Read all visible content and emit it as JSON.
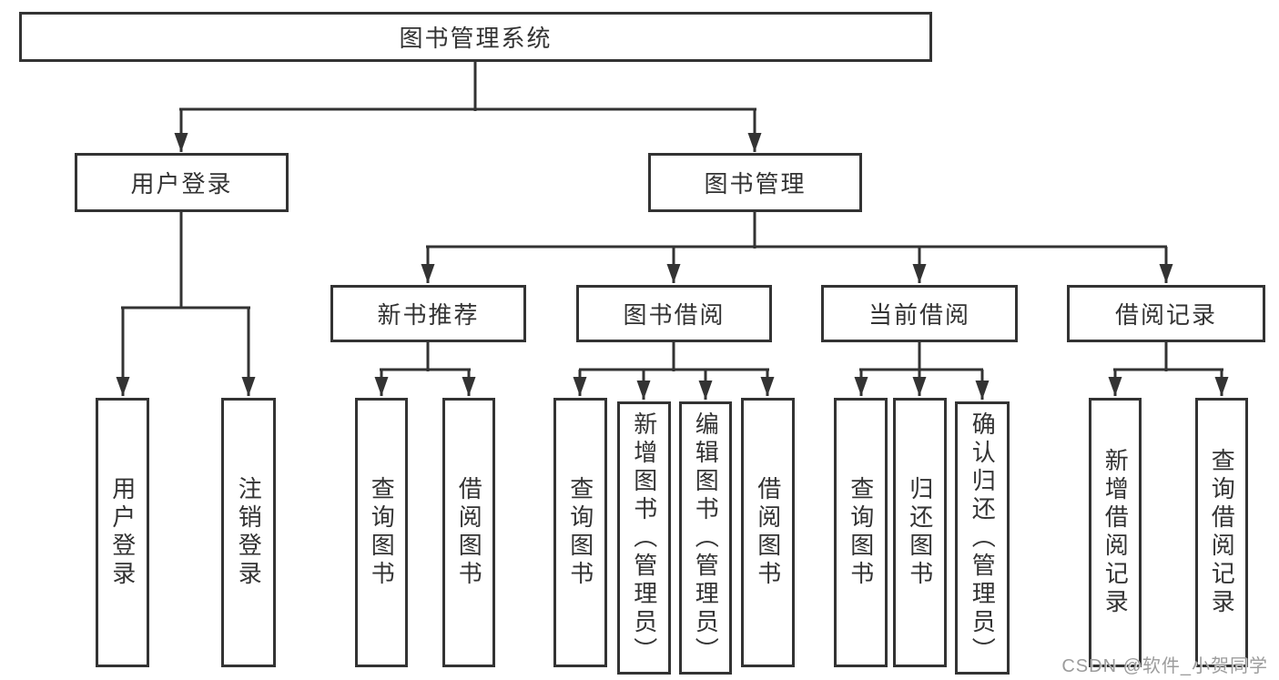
{
  "diagram": {
    "root": {
      "label": "图书管理系统",
      "children": [
        {
          "label": "用户登录",
          "children": [
            {
              "label": "用户登录"
            },
            {
              "label": "注销登录"
            }
          ]
        },
        {
          "label": "图书管理",
          "children": [
            {
              "label": "新书推荐",
              "children": [
                {
                  "label": "查询图书"
                },
                {
                  "label": "借阅图书"
                }
              ]
            },
            {
              "label": "图书借阅",
              "children": [
                {
                  "label": "查询图书"
                },
                {
                  "label": "新增图书（管理员）"
                },
                {
                  "label": "编辑图书（管理员）"
                },
                {
                  "label": "借阅图书"
                }
              ]
            },
            {
              "label": "当前借阅",
              "children": [
                {
                  "label": "查询图书"
                },
                {
                  "label": "归还图书"
                },
                {
                  "label": "确认归还（管理员）"
                }
              ]
            },
            {
              "label": "借阅记录",
              "children": [
                {
                  "label": "新增借阅记录"
                },
                {
                  "label": "查询借阅记录"
                }
              ]
            }
          ]
        }
      ]
    },
    "watermark": "CSDN @软件_小贺同学",
    "colors": {
      "line": "#333333",
      "box_border": "#333333",
      "text": "#333333",
      "watermark": "#9c9c9c",
      "background": "#ffffff"
    }
  }
}
